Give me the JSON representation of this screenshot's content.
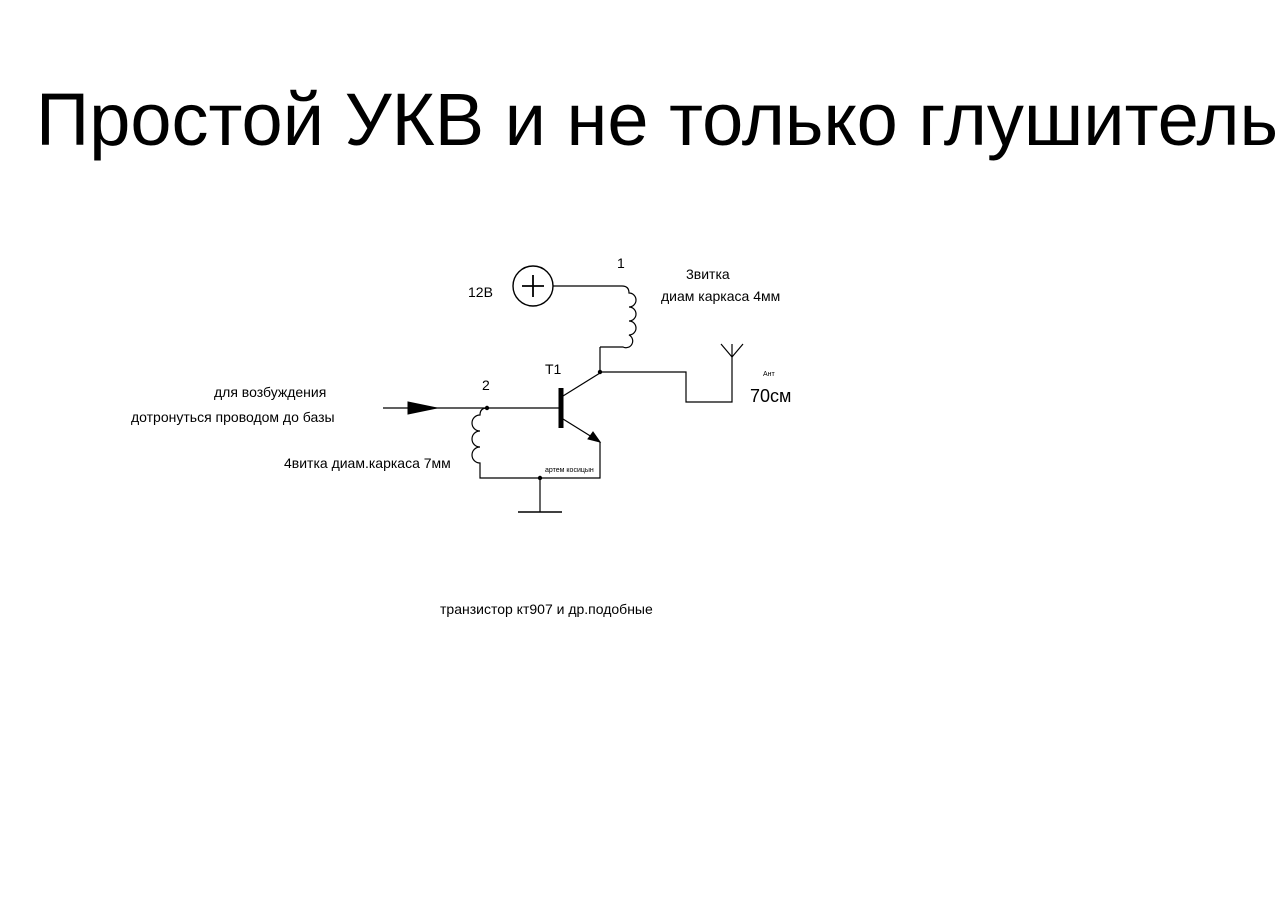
{
  "title": "Простой УКВ и не только глушитель",
  "schematic": {
    "power_label": "12В",
    "power_symbol": "+",
    "node_1_label": "1",
    "node_2_label": "2",
    "transistor_label": "T1",
    "coil1_turns": "3витка",
    "coil1_diameter": "диам каркаса 4мм",
    "antenna_label": "Ант",
    "antenna_length": "70см",
    "excite_line1": "для возбуждения",
    "excite_line2": "дотронуться проводом до базы",
    "coil2_label": "4витка диам.каркаса 7мм",
    "author": "артем косицын",
    "transistor_note": "транзистор кт907 и др.подобные"
  }
}
